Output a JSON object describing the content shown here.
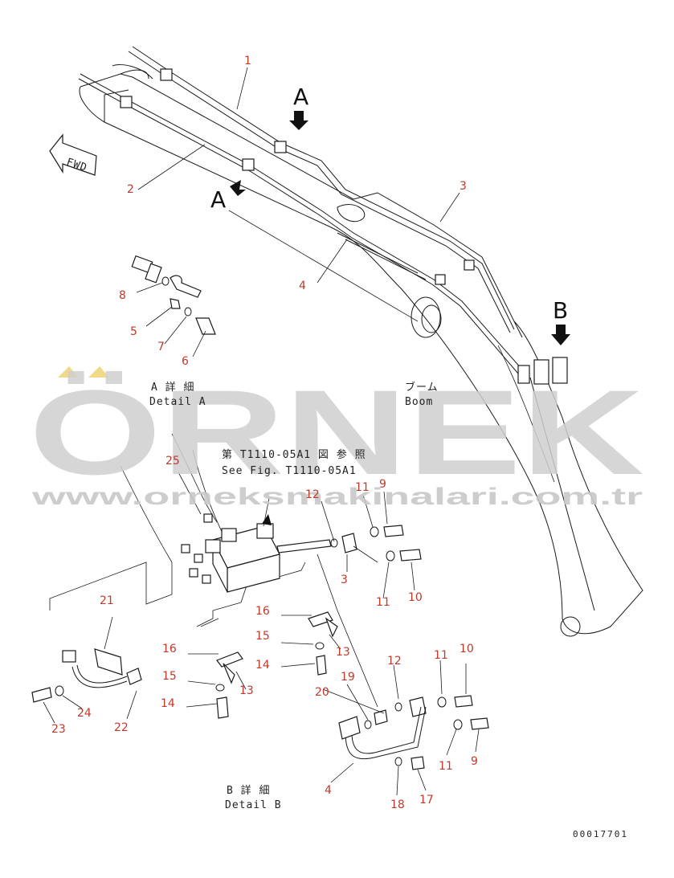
{
  "diagram": {
    "callouts_top": [
      "1",
      "2",
      "3",
      "4"
    ],
    "callouts_detail_a": [
      "8",
      "5",
      "7",
      "6"
    ],
    "callouts_detail_b": [
      "25",
      "12",
      "11",
      "9",
      "3",
      "11",
      "10",
      "16",
      "15",
      "13",
      "14",
      "21",
      "16",
      "15",
      "13",
      "14",
      "24",
      "23",
      "22",
      "12",
      "11",
      "10",
      "19",
      "20",
      "4",
      "18",
      "17",
      "11",
      "9"
    ],
    "view_a": "A",
    "view_b": "B",
    "fwd": "FWD",
    "detail_a_jp": "A 詳 細",
    "detail_a_en": "Detail A",
    "boom_jp": "ブーム",
    "boom_en": "Boom",
    "see_fig_jp": "第 T1110-05A1 図 参 照",
    "see_fig_en": "See Fig. T1110-05A1",
    "detail_b_jp": "B 詳 細",
    "detail_b_en": "Detail B",
    "drawing_code": "00017701"
  },
  "watermark": {
    "brand": "ÖRNEK",
    "url": "www.orneksmakinalari.com.tr",
    "color": "#cfcfcf",
    "accent": "#f1d98a"
  }
}
